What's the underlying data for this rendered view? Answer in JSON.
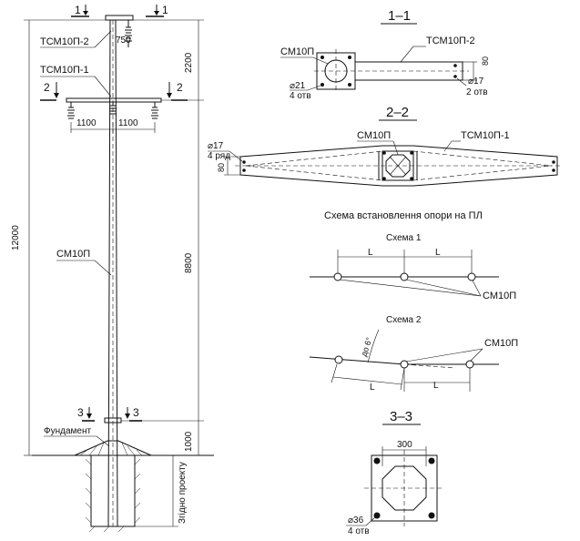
{
  "views": {
    "section_1_1": {
      "title": "1–1",
      "label_post": "СМ10П",
      "label_crossarm": "ТСМ10П-2",
      "hole_left": "⌀21",
      "hole_left_count": "4 отв",
      "hole_right": "⌀17",
      "hole_right_count": "2 отв",
      "dim_height": "80"
    },
    "section_2_2": {
      "title": "2–2",
      "label_post": "СМ10П",
      "label_crossarm": "ТСМ10П-1",
      "hole_left": "⌀17",
      "hole_left_row": "4 ряд",
      "dim_height": "80"
    },
    "section_3_3": {
      "title": "3–3",
      "dim_width": "300",
      "hole": "⌀36",
      "hole_count": "4 отв"
    }
  },
  "elevation": {
    "cut_1_left": "1",
    "cut_1_right": "1",
    "cut_2_left": "2",
    "cut_2_right": "2",
    "cut_3_left": "3",
    "cut_3_right": "3",
    "label_tsm2": "ТСМ10П-2",
    "label_tsm1": "ТСМ10П-1",
    "label_post": "СМ10П",
    "label_foundation": "Фундамент",
    "label_depth": "Згідно проекту",
    "dim_750": "750",
    "dim_1100_left": "1100",
    "dim_1100_right": "1100",
    "dim_total": "12000",
    "dim_top": "2200",
    "dim_mid": "8800",
    "dim_bottom": "1000"
  },
  "schemes": {
    "heading": "Схема встановлення опори на ПЛ",
    "scheme1_title": "Схема 1",
    "scheme1_span_a": "L",
    "scheme1_span_b": "L",
    "scheme1_label": "СМ10П",
    "scheme2_title": "Схема 2",
    "scheme2_span_a": "L",
    "scheme2_span_b": "L",
    "scheme2_angle": "до 6°",
    "scheme2_label": "СМ10П"
  }
}
